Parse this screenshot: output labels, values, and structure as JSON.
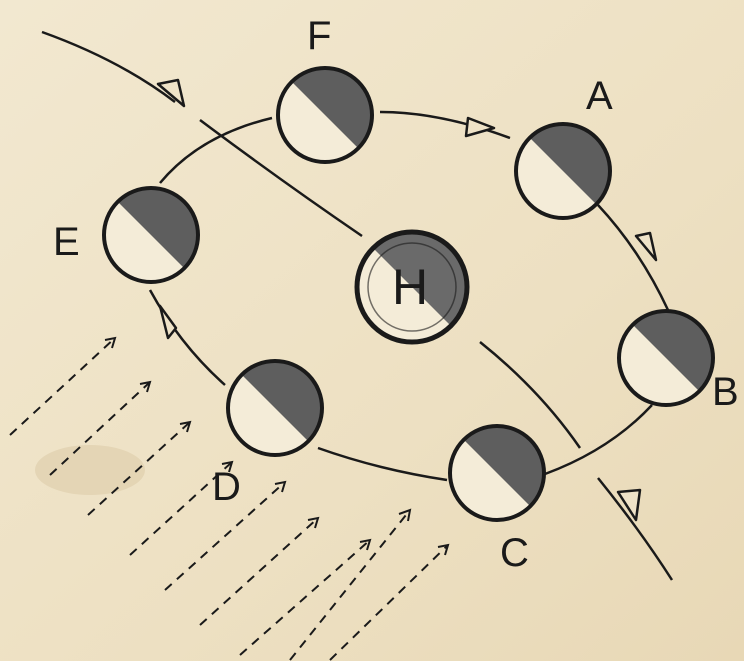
{
  "diagram": {
    "labels": {
      "F": "F",
      "A": "A",
      "B": "B",
      "C": "C",
      "D": "D",
      "E": "E",
      "H": "H"
    },
    "colors": {
      "paper": "#efe3c8",
      "ink": "#1a1a1a",
      "shade": "#5e5e5e",
      "lit": "#f4ecd8"
    }
  }
}
